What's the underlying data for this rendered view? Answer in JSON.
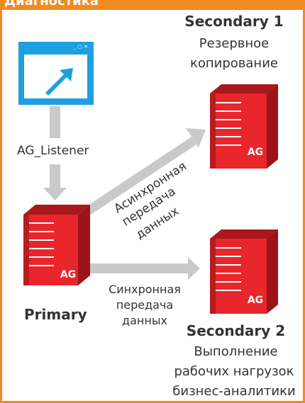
{
  "header": {
    "title": "Диагностика"
  },
  "client_window": {
    "controls": "_ ▢ ✕"
  },
  "listener": {
    "label": "AG_Listener"
  },
  "primary": {
    "name": "Primary",
    "badge": "AG"
  },
  "secondary1": {
    "name": "Secondary 1",
    "role_line1": "Резервное",
    "role_line2": "копирование",
    "badge": "AG"
  },
  "secondary2": {
    "name": "Secondary 2",
    "role_line1": "Выполнение",
    "role_line2": "рабочих нагрузок",
    "role_line3": "бизнес-аналитики",
    "badge": "AG"
  },
  "async_link": {
    "line1": "Асинхронная",
    "line2": "передача",
    "line3": "данных"
  },
  "sync_link": {
    "line1": "Синхронная",
    "line2": "передача",
    "line3": "данных"
  },
  "colors": {
    "accent": "#f18a21",
    "server_red": "#e8262b",
    "window_blue": "#1e9fe0",
    "arrow_gray": "#c9c9c9"
  }
}
